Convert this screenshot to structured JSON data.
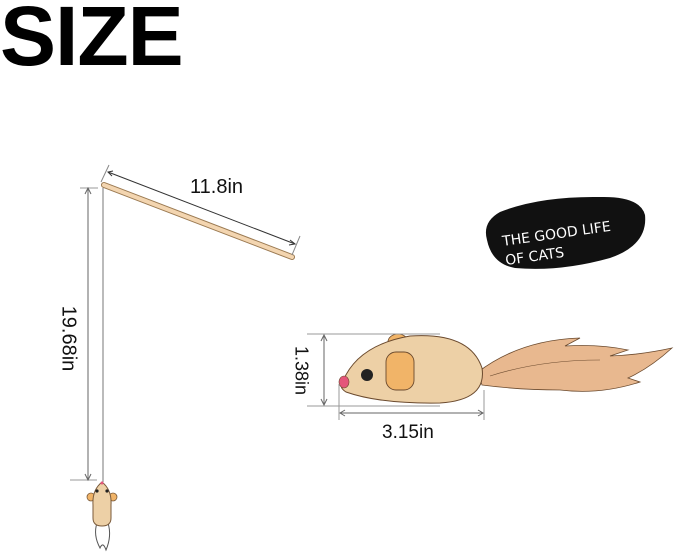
{
  "heading": "SIZE",
  "dimensions": {
    "stick_length": "11.8in",
    "string_length": "19.68in",
    "mouse_height": "1.38in",
    "mouse_length": "3.15in"
  },
  "badge": {
    "line1": "THE GOOD LIFE",
    "line2": "OF CATS"
  },
  "colors": {
    "stick": "#f3d5b0",
    "mouse_body": "#edd0a6",
    "mouse_ear": "#f1b468",
    "mouse_nose": "#e4557a",
    "tail": "#e8b88f",
    "badge_bg": "#111111"
  }
}
